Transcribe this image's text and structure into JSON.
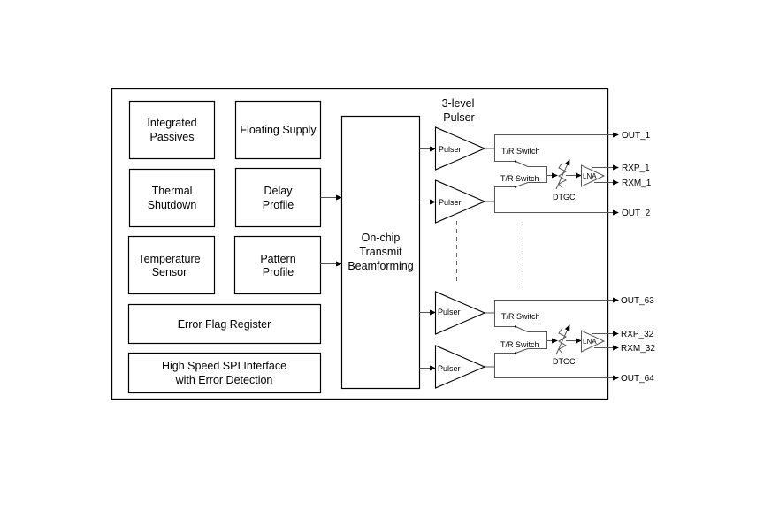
{
  "diagram": {
    "blocks": {
      "integrated_passives": [
        "Integrated",
        "Passives"
      ],
      "floating_supply": [
        "Floating Supply"
      ],
      "thermal_shutdown": [
        "Thermal",
        "Shutdown"
      ],
      "delay_profile": [
        "Delay",
        "Profile"
      ],
      "temperature_sensor": [
        "Temperature",
        "Sensor"
      ],
      "pattern_profile": [
        "Pattern",
        "Profile"
      ],
      "error_flag_register": [
        "Error Flag Register"
      ],
      "spi_interface": [
        "High Speed SPI Interface",
        "with Error Detection"
      ],
      "beamforming": [
        "On-chip",
        "Transmit",
        "Beamforming"
      ]
    },
    "pulser_header": [
      "3-level",
      "Pulser"
    ],
    "pulser_label": "Pulser",
    "tr_switch_label": "T/R Switch",
    "dtgc_label": "DTGC",
    "lna_label": "LNA",
    "outputs_top": {
      "out_a": "OUT_1",
      "rxp": "RXP_1",
      "rxm": "RXM_1",
      "out_b": "OUT_2"
    },
    "outputs_bottom": {
      "out_a": "OUT_63",
      "rxp": "RXP_32",
      "rxm": "RXM_32",
      "out_b": "OUT_64"
    }
  }
}
